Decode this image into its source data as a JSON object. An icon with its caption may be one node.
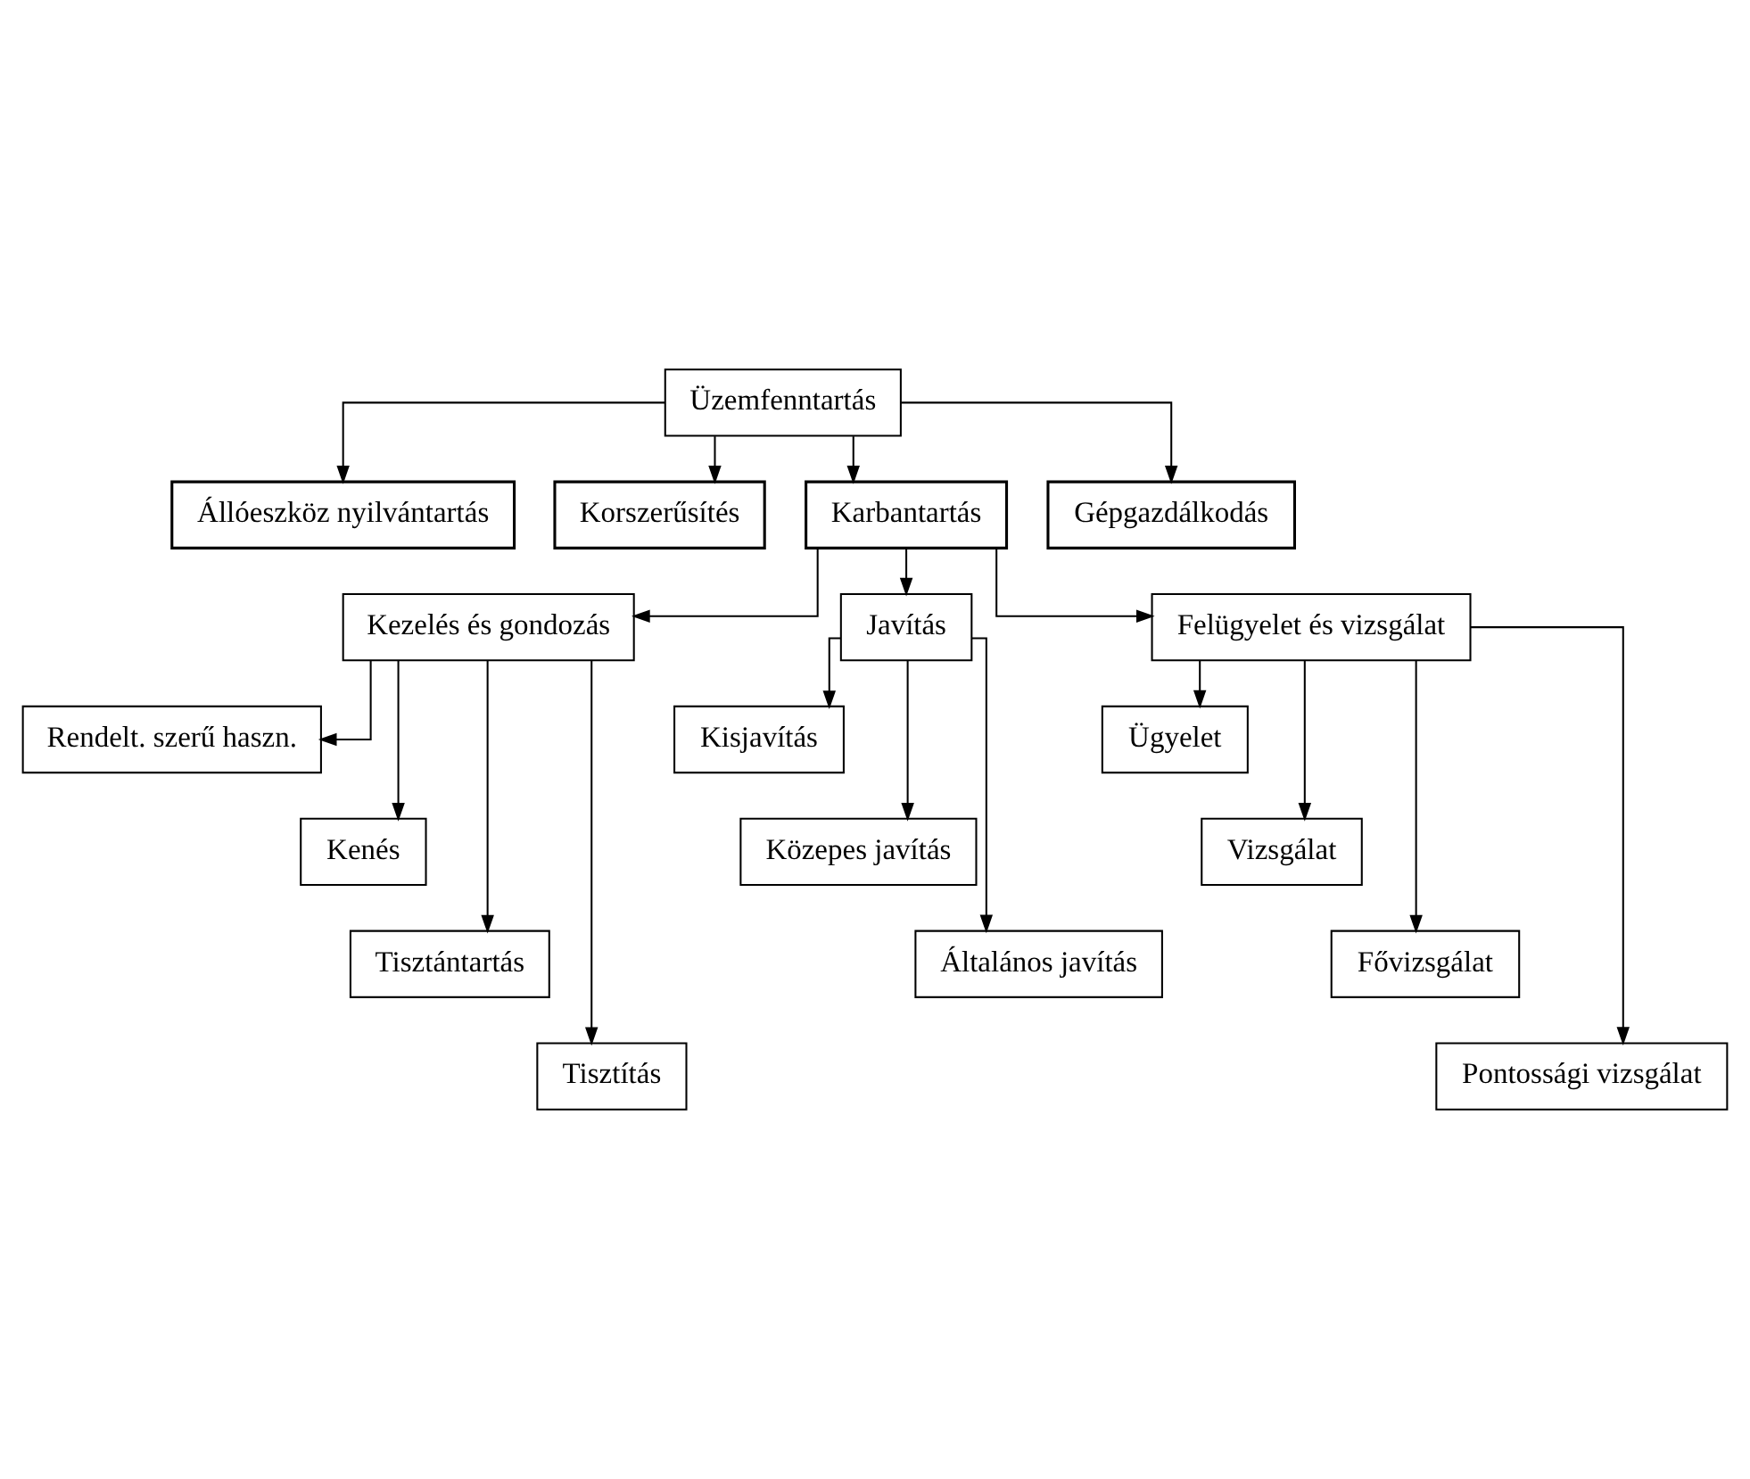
{
  "diagram": {
    "nodes": [
      {
        "text": [
          "Üzemfenntartás"
        ]
      },
      {
        "text": [
          "Állóeszköz nyilvántartás"
        ]
      },
      {
        "text": [
          "Korszerűsítés"
        ]
      },
      {
        "text": [
          "Karbantartás"
        ]
      },
      {
        "text": [
          "Gépgazdálkodás"
        ]
      },
      {
        "text": [
          "Kezelés és gondozás"
        ]
      },
      {
        "text": [
          "Javítás"
        ]
      },
      {
        "text": [
          "Felügyelet és vizsgálat"
        ]
      },
      {
        "text": [
          "Rendelt. szerű haszn."
        ]
      },
      {
        "text": [
          "Kenés"
        ]
      },
      {
        "text": [
          "Tisztántartás"
        ]
      },
      {
        "text": [
          "Tisztítás"
        ]
      },
      {
        "text": [
          "Kisjavítás"
        ]
      },
      {
        "text": [
          "Közepes javítás"
        ]
      },
      {
        "text": [
          "Általános javítás"
        ]
      },
      {
        "text": [
          "Ügyelet"
        ]
      },
      {
        "text": [
          "Vizsgálat"
        ]
      },
      {
        "text": [
          "Fővizsgálat"
        ]
      },
      {
        "text": [
          "Pontossági vizsgálat"
        ]
      }
    ],
    "edges": [
      {
        "from": 0,
        "to": 1,
        "arrow": "to"
      },
      {
        "from": 0,
        "to": 2,
        "arrow": "to"
      },
      {
        "from": 0,
        "to": 3,
        "arrow": "to"
      },
      {
        "from": 0,
        "to": 4,
        "arrow": "to"
      },
      {
        "from": 3,
        "to": 5,
        "arrow": "to"
      },
      {
        "from": 3,
        "to": 6,
        "arrow": "to"
      },
      {
        "from": 3,
        "to": 7,
        "arrow": "to"
      },
      {
        "from": 5,
        "to": 8,
        "arrow": "to"
      },
      {
        "from": 5,
        "to": 9,
        "arrow": "to"
      },
      {
        "from": 5,
        "to": 10,
        "arrow": "to"
      },
      {
        "from": 5,
        "to": 11,
        "arrow": "to"
      },
      {
        "from": 6,
        "to": 12,
        "arrow": "to"
      },
      {
        "from": 6,
        "to": 13,
        "arrow": "to"
      },
      {
        "from": 6,
        "to": 14,
        "arrow": "to"
      },
      {
        "from": 7,
        "to": 15,
        "arrow": "to"
      },
      {
        "from": 7,
        "to": 16,
        "arrow": "to"
      },
      {
        "from": 7,
        "to": 17,
        "arrow": "to"
      },
      {
        "from": 7,
        "to": 18,
        "arrow": "to"
      }
    ]
  }
}
